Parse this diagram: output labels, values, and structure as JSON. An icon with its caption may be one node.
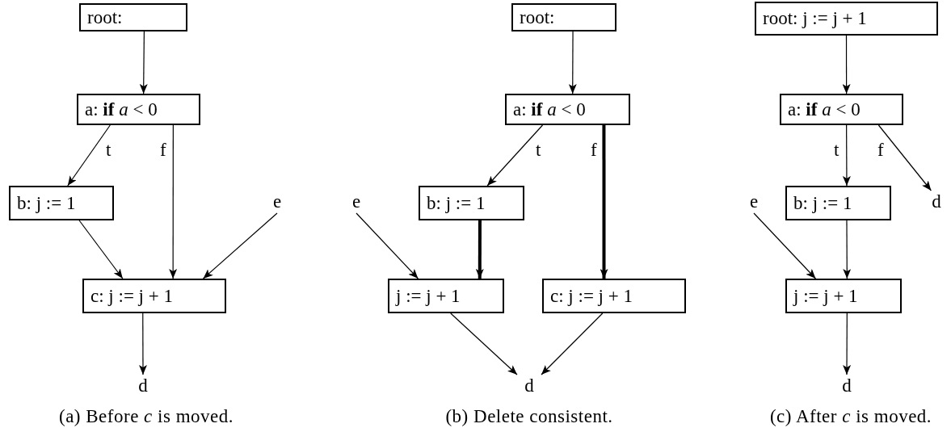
{
  "diagram": {
    "nodes": [
      {
        "text": [
          "root:"
        ]
      },
      {
        "text": [
          "a: **if** *a* < 0"
        ]
      },
      {
        "text": [
          "b: j := 1"
        ]
      },
      {
        "text": [
          "e"
        ]
      },
      {
        "text": [
          "c: j := j + 1"
        ]
      },
      {
        "text": [
          "d"
        ]
      },
      {
        "text": [
          "root:"
        ]
      },
      {
        "text": [
          "a: **if** *a* < 0"
        ]
      },
      {
        "text": [
          "e"
        ]
      },
      {
        "text": [
          "b: j := 1"
        ]
      },
      {
        "text": [
          "j := j + 1"
        ]
      },
      {
        "text": [
          "c: j := j + 1"
        ]
      },
      {
        "text": [
          "d"
        ]
      },
      {
        "text": [
          "root: j := j + 1"
        ]
      },
      {
        "text": [
          "a: **if** *a* < 0"
        ]
      },
      {
        "text": [
          "e"
        ]
      },
      {
        "text": [
          "b: j := 1"
        ]
      },
      {
        "text": [
          "d"
        ]
      },
      {
        "text": [
          "j := j + 1"
        ]
      },
      {
        "text": [
          "d"
        ]
      }
    ],
    "edges": [
      {
        "from": 0,
        "to": 1,
        "arrow": "to"
      },
      {
        "from": 1,
        "to": 2,
        "arrow": "to",
        "label": "t"
      },
      {
        "from": 1,
        "to": 4,
        "arrow": "to",
        "label": "f"
      },
      {
        "from": 2,
        "to": 4,
        "arrow": "to"
      },
      {
        "from": 3,
        "to": 4,
        "arrow": "to"
      },
      {
        "from": 4,
        "to": 5,
        "arrow": "to"
      },
      {
        "from": 6,
        "to": 7,
        "arrow": "to"
      },
      {
        "from": 7,
        "to": 9,
        "arrow": "to",
        "label": "t"
      },
      {
        "from": 7,
        "to": 11,
        "arrow": "to",
        "label": "f",
        "style": "thick"
      },
      {
        "from": 9,
        "to": 10,
        "arrow": "to",
        "style": "thick"
      },
      {
        "from": 8,
        "to": 10,
        "arrow": "to"
      },
      {
        "from": 10,
        "to": 12,
        "arrow": "to"
      },
      {
        "from": 11,
        "to": 12,
        "arrow": "to"
      },
      {
        "from": 13,
        "to": 14,
        "arrow": "to"
      },
      {
        "from": 14,
        "to": 16,
        "arrow": "to",
        "label": "t"
      },
      {
        "from": 14,
        "to": 17,
        "arrow": "to",
        "label": "f"
      },
      {
        "from": 15,
        "to": 18,
        "arrow": "to"
      },
      {
        "from": 16,
        "to": 18,
        "arrow": "to"
      },
      {
        "from": 18,
        "to": 19,
        "arrow": "to"
      }
    ],
    "labels": [
      "(a) Before *c* is moved.",
      "(b) Delete consistent.",
      "(c) After *c* is moved."
    ]
  }
}
